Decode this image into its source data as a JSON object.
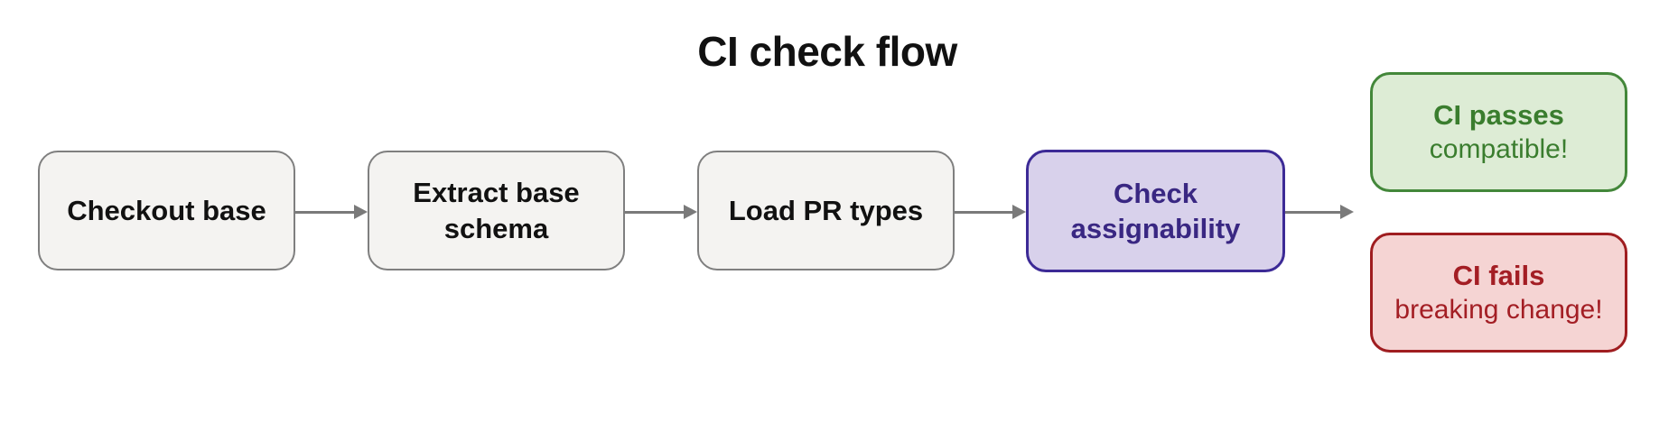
{
  "diagram": {
    "title": "CI check flow",
    "nodes": [
      {
        "id": "checkout-base",
        "type": "step",
        "label": "Checkout base"
      },
      {
        "id": "extract-base-schema",
        "type": "step",
        "label": "Extract base schema"
      },
      {
        "id": "load-pr-types",
        "type": "step",
        "label": "Load PR types"
      },
      {
        "id": "check-assignability",
        "type": "active",
        "label": "Check assignability"
      },
      {
        "id": "ci-passes",
        "type": "success",
        "label": "CI passes",
        "sublabel": "compatible!"
      },
      {
        "id": "ci-fails",
        "type": "failure",
        "label": "CI fails",
        "sublabel": "breaking change!"
      }
    ],
    "colors": {
      "background": "#ffffff",
      "title_text": "#111111",
      "step_bg": "#f4f3f1",
      "step_border": "#7f7f7f",
      "step_text": "#111111",
      "active_bg": "#d8d1eb",
      "active_border": "#3c2a96",
      "active_text": "#392782",
      "success_bg": "#ddecd5",
      "success_border": "#43873a",
      "success_text": "#3a7d2e",
      "failure_bg": "#f5d4d3",
      "failure_border": "#9f1d20",
      "failure_text": "#a31e24",
      "arrow": "#7a7a7a"
    }
  }
}
